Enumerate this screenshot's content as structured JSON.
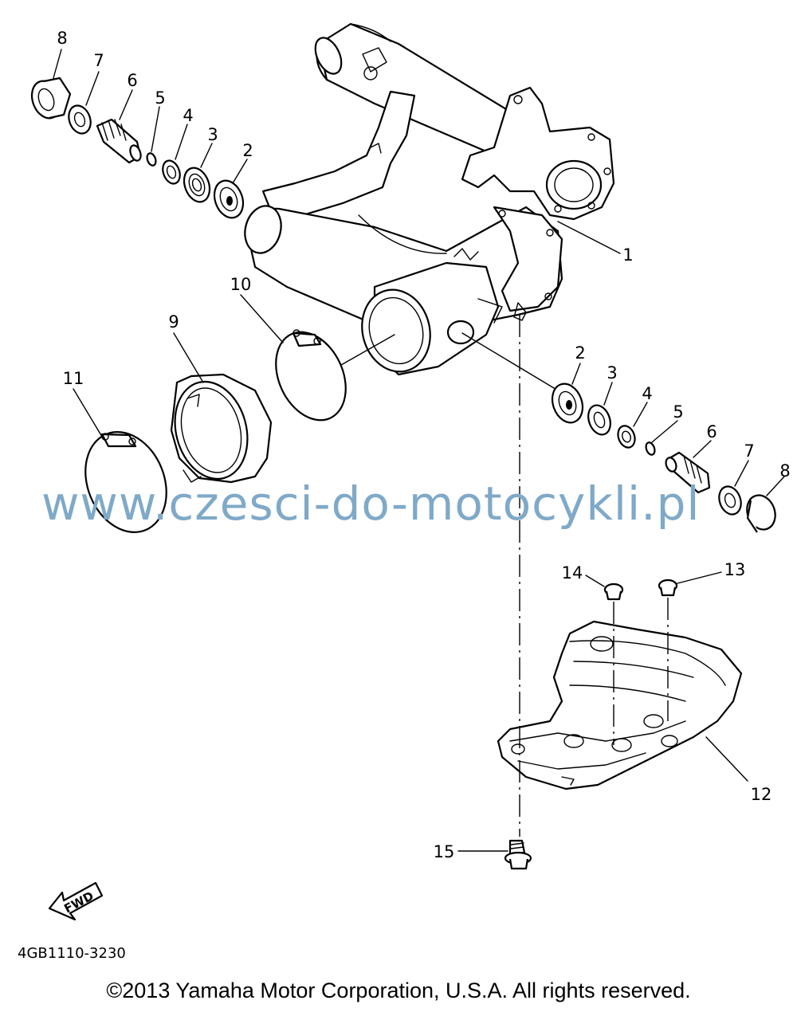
{
  "callouts": [
    {
      "id": "c1",
      "label": "1"
    },
    {
      "id": "c2a",
      "label": "2"
    },
    {
      "id": "c3a",
      "label": "3"
    },
    {
      "id": "c4a",
      "label": "4"
    },
    {
      "id": "c5a",
      "label": "5"
    },
    {
      "id": "c6a",
      "label": "6"
    },
    {
      "id": "c7a",
      "label": "7"
    },
    {
      "id": "c8a",
      "label": "8"
    },
    {
      "id": "c9",
      "label": "9"
    },
    {
      "id": "c10",
      "label": "10"
    },
    {
      "id": "c11",
      "label": "11"
    },
    {
      "id": "c2b",
      "label": "2"
    },
    {
      "id": "c3b",
      "label": "3"
    },
    {
      "id": "c4b",
      "label": "4"
    },
    {
      "id": "c5b",
      "label": "5"
    },
    {
      "id": "c6b",
      "label": "6"
    },
    {
      "id": "c7b",
      "label": "7"
    },
    {
      "id": "c8b",
      "label": "8"
    },
    {
      "id": "c12",
      "label": "12"
    },
    {
      "id": "c13",
      "label": "13"
    },
    {
      "id": "c14",
      "label": "14"
    },
    {
      "id": "c15",
      "label": "15"
    }
  ],
  "fwd_label": "FWD",
  "reference_code": "4GB1110-3230",
  "watermark": "www.czesci-do-motocykli.pl",
  "copyright": "©2013 Yamaha Motor Corporation, U.S.A. All rights reserved."
}
